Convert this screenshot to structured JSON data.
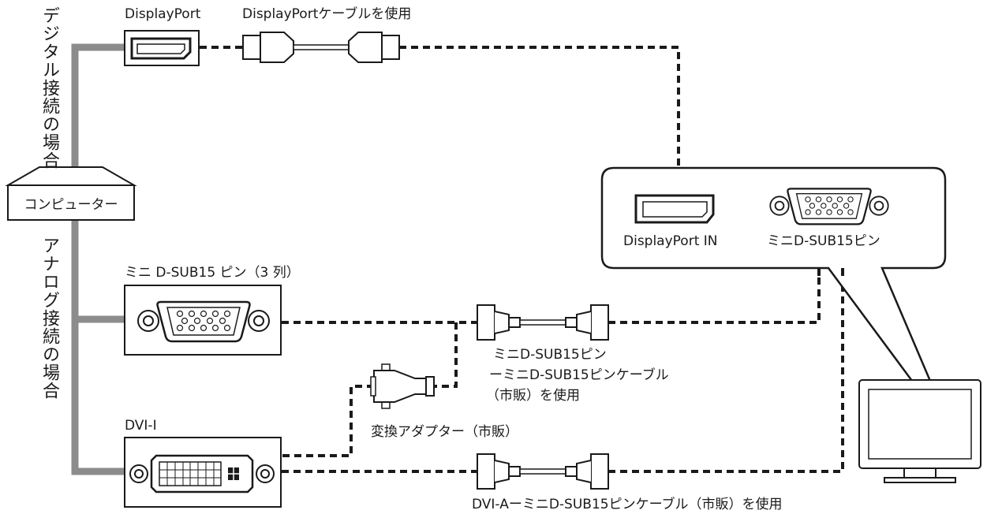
{
  "labels": {
    "digital_section": "デジタル接続の場合",
    "analog_section": "アナログ接続の場合",
    "computer": "コンピューター",
    "pc_displayport": "DisplayPort",
    "dp_cable": "DisplayPortケーブルを使用",
    "pc_minidsub": "ミニ D-SUB15 ピン（3 列）",
    "pc_dvi": "DVI-I",
    "monitor_dp_in": "DisplayPort IN",
    "monitor_minidsub": "ミニD-SUB15ピン",
    "vga_cable_line1": "ミニD-SUB15ピン",
    "vga_cable_line2": "ーミニD-SUB15ピンケーブル",
    "vga_cable_line3": "（市販）を使用",
    "adapter": "変換アダプター（市販）",
    "dvi_cable": "DVI-AーミニD-SUB15ピンケーブル（市販）を使用"
  },
  "colors": {
    "line": "#1a1a1a",
    "trunk": "#8c8c8c",
    "panel_fill": "#ffffff"
  }
}
